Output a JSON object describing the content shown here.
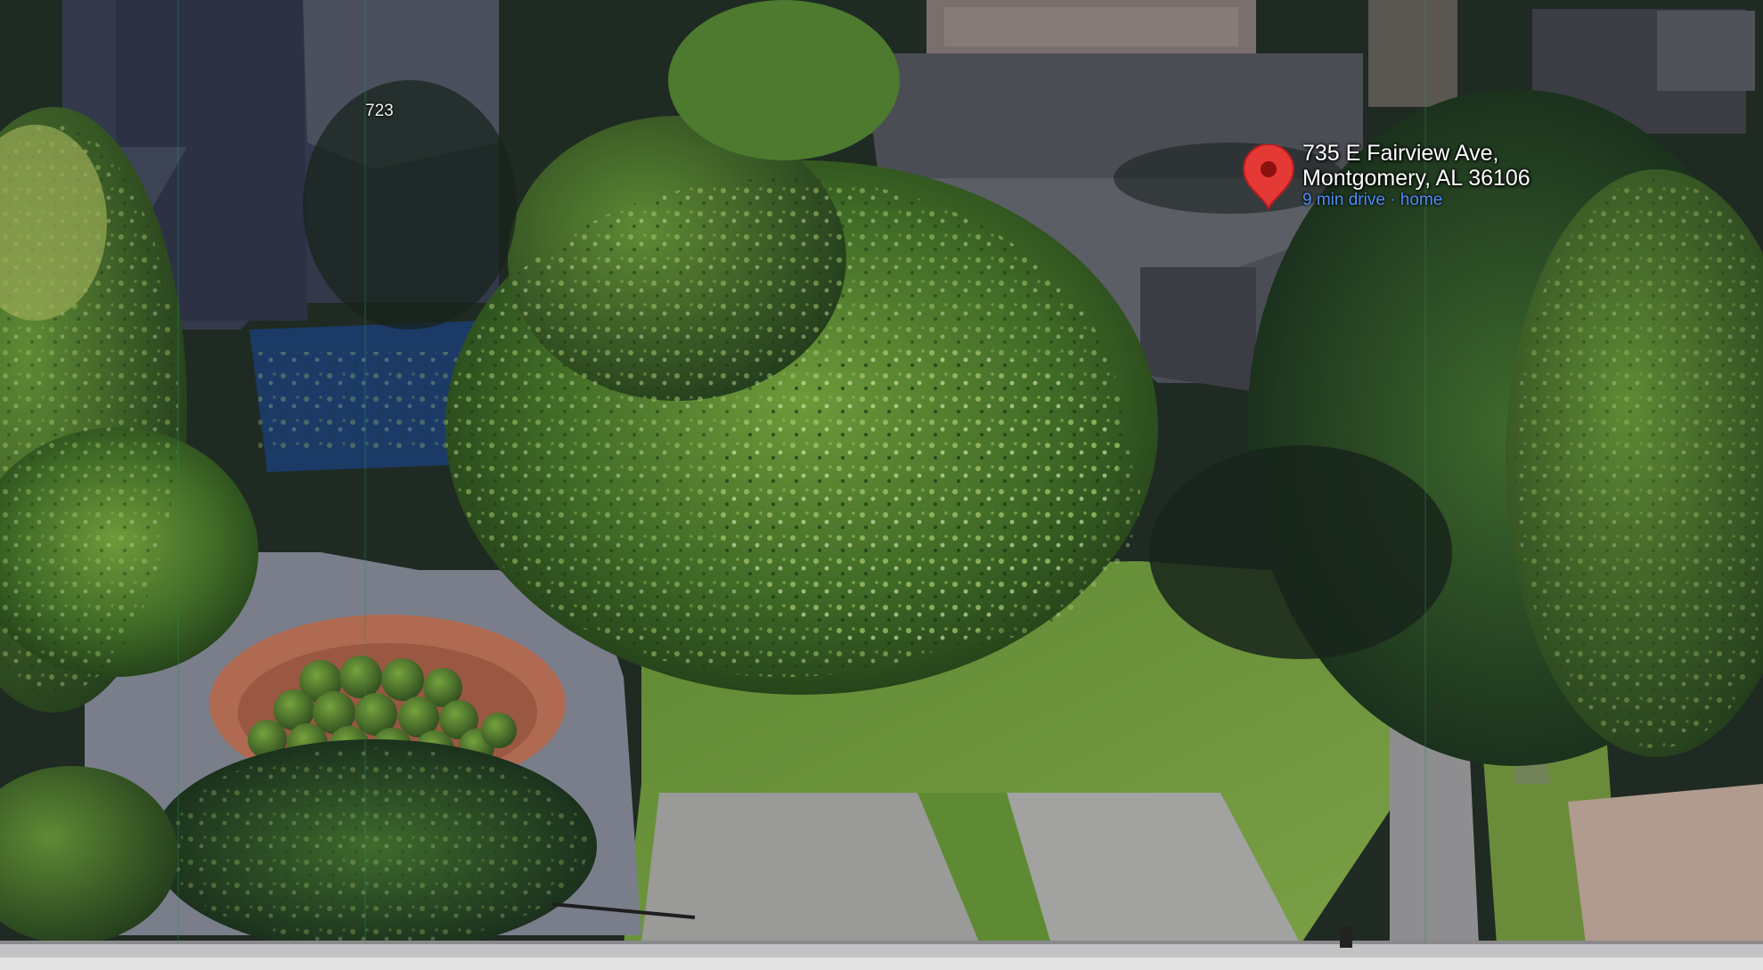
{
  "map": {
    "view": "satellite",
    "house_number_label": "723",
    "place": {
      "address_line1": "735 E Fairview Ave,",
      "address_line2": "Montgomery, AL 36106",
      "travel_info": "9 min drive · home"
    },
    "marker": {
      "icon": "map-pin-icon",
      "color": "#e53935"
    },
    "colors": {
      "link": "#4f8ff7",
      "pin": "#e53935"
    }
  }
}
